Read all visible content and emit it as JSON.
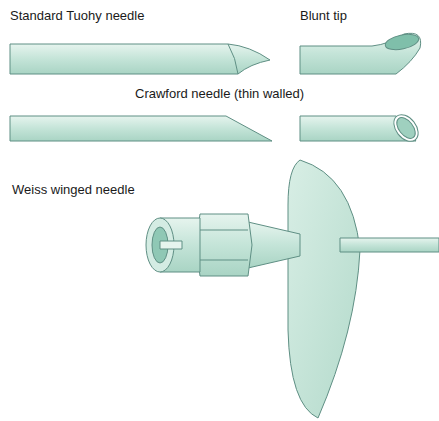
{
  "diagram": {
    "labels": [
      "Standard Tuohy needle",
      "Blunt tip",
      "Crawford needle (thin walled)",
      "Weiss winged needle"
    ]
  }
}
